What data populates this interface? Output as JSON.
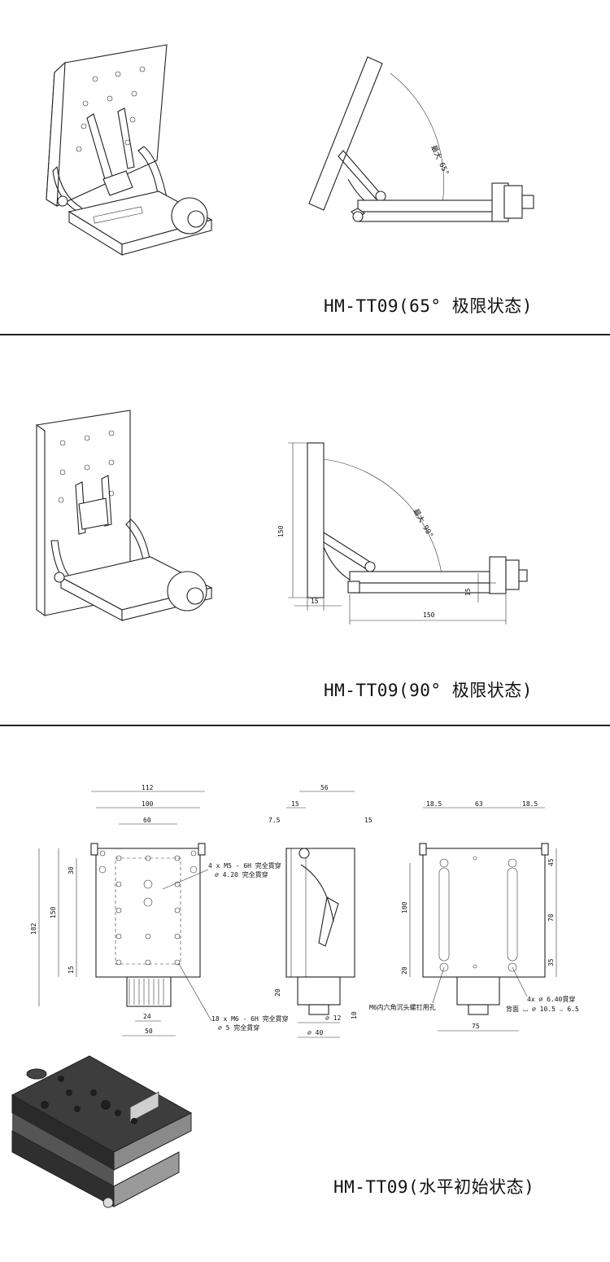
{
  "sections": [
    {
      "caption": "HM-TT09(65° 极限状态)",
      "angle_label": "最大 65°"
    },
    {
      "caption": "HM-TT09(90° 极限状态)",
      "angle_label": "最大 90°",
      "dims": {
        "height": "150",
        "thickness": "15",
        "base_length": "150",
        "base_thickness": "15"
      }
    },
    {
      "caption": "HM-TT09(水平初始状态)",
      "front_view": {
        "width_112": "112",
        "width_100": "100",
        "width_60": "60",
        "height_182": "182",
        "height_150": "150",
        "pitch_30": "30",
        "edge_15": "15",
        "knob_24": "24",
        "knob_50": "50",
        "note_m5": "4 x M5 - 6H 完全貫穿",
        "note_m5_b": "∅ 4.20 完全貫穿",
        "note_m6": "18 x M6 - 6H 完全貫穿",
        "note_m6_b": "∅ 5 完全貫穿"
      },
      "side_view": {
        "w56": "56",
        "w15a": "15",
        "w15b": "15",
        "d75": "7.5",
        "d20": "20",
        "d10": "10",
        "dia12": "∅ 12",
        "dia40": "∅ 40"
      },
      "back_view": {
        "w185a": "18.5",
        "w63": "63",
        "w185b": "18.5",
        "h45": "45",
        "h70": "70",
        "h35": "35",
        "h100": "100",
        "h20": "20",
        "w75": "75",
        "note_screw": "M6内六角沉头螺钉用孔",
        "note_holes": "4x ∅ 6.40貫穿",
        "note_counter": "背面 ⌴ ∅ 10.5 ⌵ 6.5"
      }
    }
  ]
}
